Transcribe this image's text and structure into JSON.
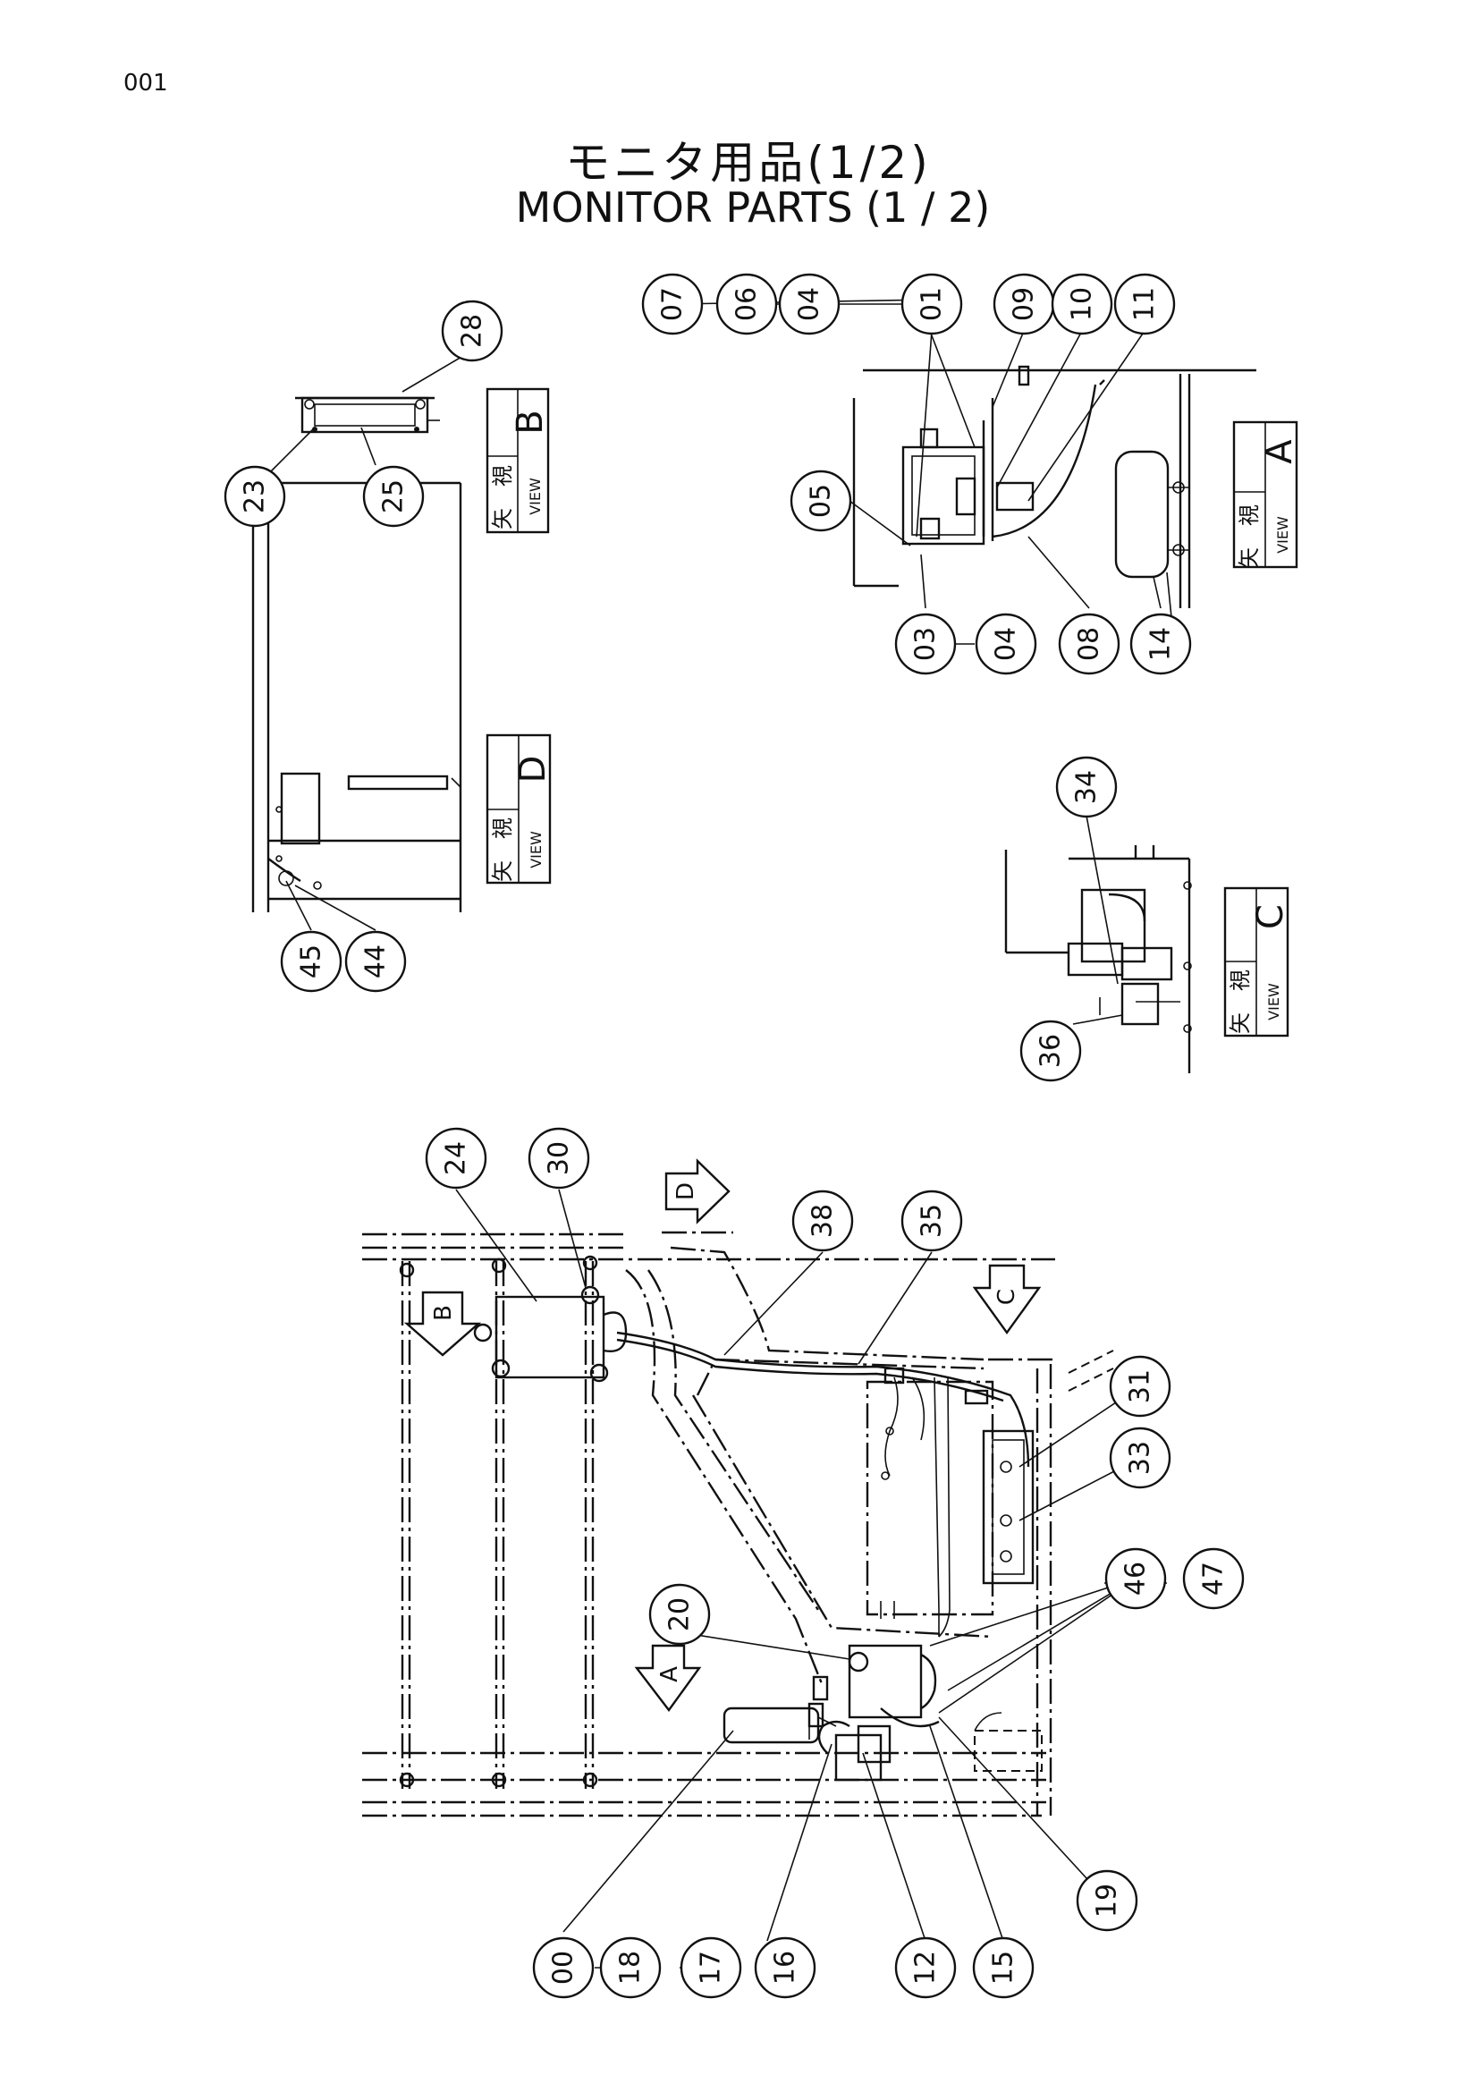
{
  "page_id": "001",
  "title_ja": "モニタ用品(1/2)",
  "title_en": "MONITOR   PARTS (1 / 2)",
  "view_ja": "矢　視",
  "view_en": "VIEW",
  "views": [
    "A",
    "B",
    "C",
    "D"
  ],
  "arrow_labels": [
    "A",
    "B",
    "C",
    "D"
  ],
  "callouts": {
    "view_a": [
      "07",
      "06",
      "04",
      "01",
      "09",
      "10",
      "11",
      "05",
      "03",
      "04",
      "08",
      "14"
    ],
    "view_b": [
      "28",
      "23",
      "25"
    ],
    "view_d": [
      "45",
      "44"
    ],
    "view_c": [
      "34",
      "36"
    ],
    "main": [
      "24",
      "30",
      "38",
      "35",
      "31",
      "33",
      "46",
      "47",
      "20",
      "00",
      "18",
      "17",
      "16",
      "12",
      "15",
      "19"
    ]
  }
}
